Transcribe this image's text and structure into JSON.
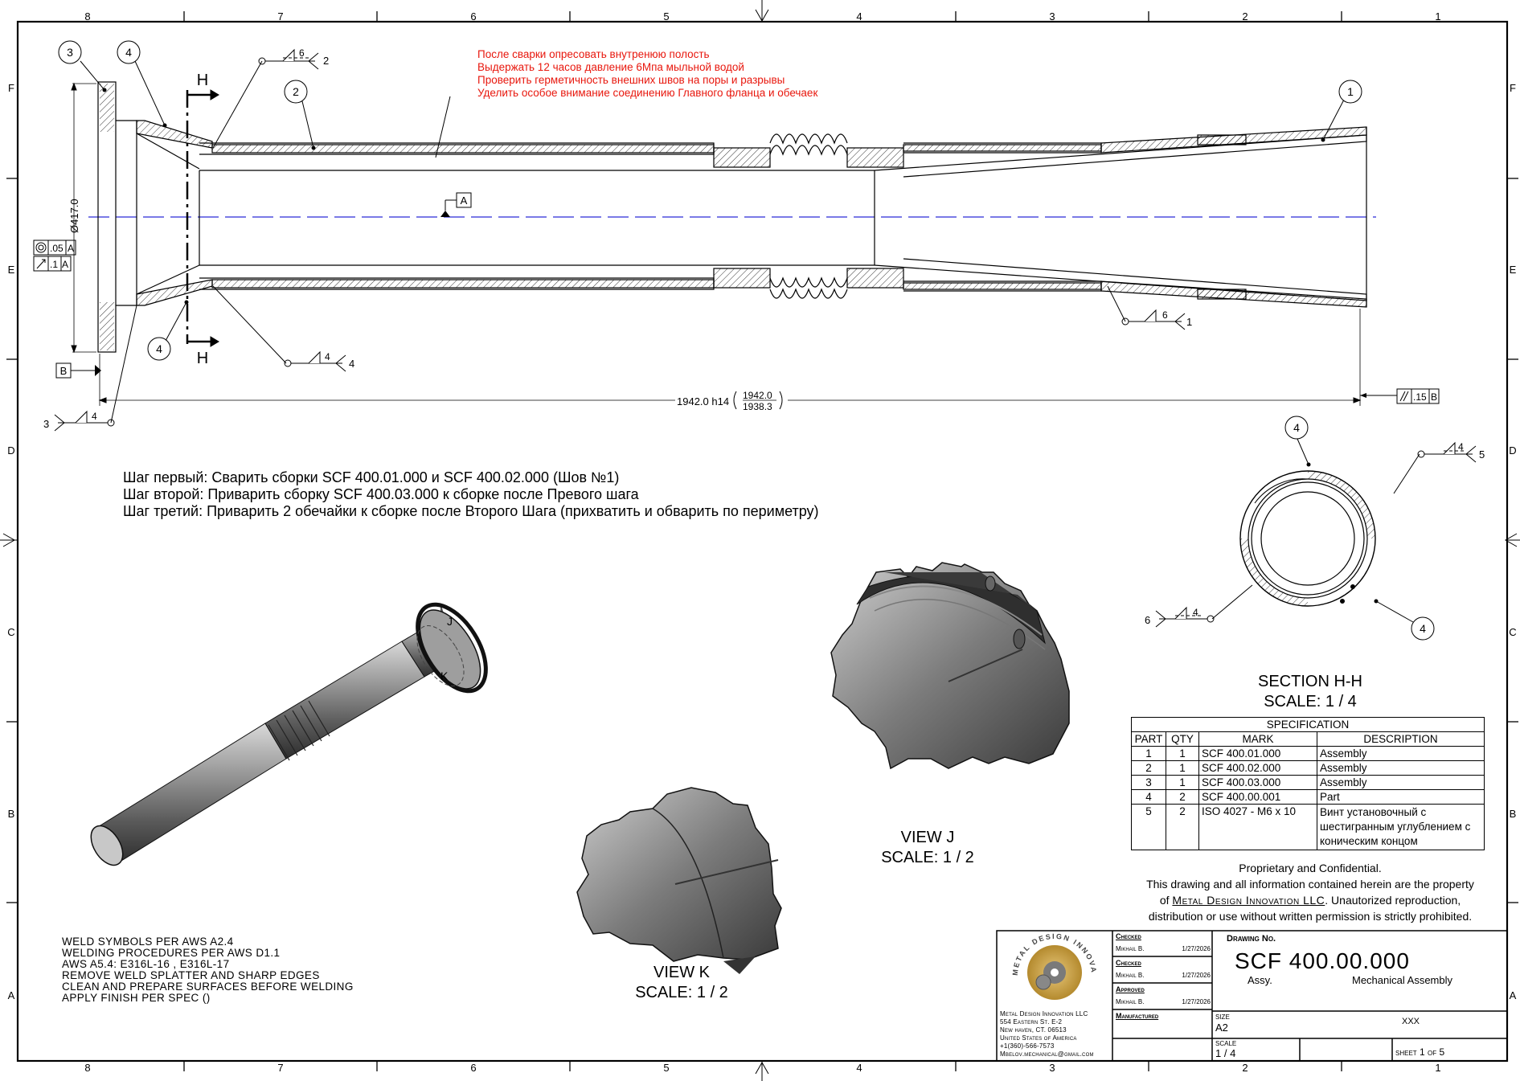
{
  "border": {
    "columns": [
      "8",
      "7",
      "6",
      "5",
      "4",
      "3",
      "2",
      "1"
    ],
    "rows": [
      "F",
      "E",
      "D",
      "C",
      "B",
      "A"
    ]
  },
  "section_top": {
    "cut_label": "H",
    "diameter_dim": "Ø417.0",
    "length_dim": "1942.0 h14",
    "length_upper": "1942.0",
    "length_lower": "1938.3",
    "datum_a": "A",
    "datum_b": "B",
    "fcf_concentricity": {
      "tol": ".05",
      "datum": "A"
    },
    "fcf_runout": {
      "tol": ".1",
      "datum": "A"
    },
    "fcf_parallel": {
      "tol": ".15",
      "datum": "B"
    },
    "balloons": {
      "b3": "3",
      "b4a": "4",
      "b2": "2",
      "b1": "1",
      "b4b": "4"
    },
    "welds": {
      "w1": {
        "size": "6",
        "num": "2"
      },
      "w2": {
        "size": "4",
        "num": "4"
      },
      "w3": {
        "size": "4",
        "num": "3"
      },
      "w4": {
        "size": "6",
        "num": "1"
      }
    }
  },
  "red_notes": [
    "После сварки опресовать внутренюю полость",
    "Выдержать 12 часов давление 6Мпа мыльной водой",
    "Проверить герметичность внешних швов на поры и разрывы",
    "Уделить особое внимание соединению Главного фланца и обечаек"
  ],
  "steps": [
    "Шаг первый: Сварить сборки SCF 400.01.000 и SCF 400.02.000 (Шов №1)",
    "Шаг второй: Приварить сборку SCF 400.03.000 к сборке после Превого шага",
    "Шаг третий: Приварить 2 обечайки к сборке после Второго Шага (прихватить и обварить по периметру)"
  ],
  "section_hh": {
    "title": "SECTION H-H",
    "scale": "SCALE: 1 / 4",
    "balloons": {
      "top": "4",
      "bottom": "4"
    },
    "weld_right": {
      "size": "4",
      "num": "5"
    },
    "weld_left": {
      "size": "4",
      "num": "6"
    }
  },
  "iso_marks": {
    "j": "J",
    "k": "K"
  },
  "view_j": {
    "title": "VIEW J",
    "scale": "SCALE: 1 / 2"
  },
  "view_k": {
    "title": "VIEW K",
    "scale": "SCALE: 1 / 2"
  },
  "spec": {
    "title": "SPECIFICATION",
    "headers": [
      "PART",
      "QTY",
      "MARK",
      "DESCRIPTION"
    ],
    "rows": [
      [
        "1",
        "1",
        "SCF 400.01.000",
        "Assembly"
      ],
      [
        "2",
        "1",
        "SCF 400.02.000",
        "Assembly"
      ],
      [
        "3",
        "1",
        "SCF 400.03.000",
        "Assembly"
      ],
      [
        "4",
        "2",
        "SCF 400.00.001",
        "Part"
      ],
      [
        "5",
        "2",
        "ISO 4027 - M6 x 10",
        "Винт установочный с шестигранным углублением с коническим концом"
      ]
    ]
  },
  "proprietary": {
    "line1": "Proprietary and Confidential.",
    "line2": "This drawing and all information contained herein are the property",
    "line3_pre": "of",
    "company_link": "Metal Design Innovation LLC",
    "line3_post": ". Unautorized reproduction,",
    "line4": "distribution or use without written permission is strictly prohibited."
  },
  "weld_notes": [
    "WELD SYMBOLS PER AWS A2.4",
    "WELDING PROCEDURES PER AWS D1.1",
    "AWS A5.4: E316L-16 , E316L-17",
    "REMOVE WELD SPLATTER AND SHARP EDGES",
    "CLEAN AND PREPARE SURFACES BEFORE WELDING",
    "APPLY FINISH PER SPEC ()"
  ],
  "title_block": {
    "logo_text": "METAL DESIGN INNOVATION",
    "company": [
      "Metal Design Innovation LLC",
      "554 Eastern St. E-2",
      "New haven, CT. 06513",
      "United States of America",
      "+1(360)-566-7573",
      "Mbelov.mechanical@gmail.com"
    ],
    "checked1": {
      "label": "Checked",
      "name": "Mikhail B.",
      "date": "1/27/2026"
    },
    "checked2": {
      "label": "Checked",
      "name": "Mikhail B.",
      "date": "1/27/2026"
    },
    "approved": {
      "label": "Approved",
      "name": "Mikhail B.",
      "date": "1/27/2026"
    },
    "manufactured_label": "Manufactured",
    "drawing_no_label": "Drawing No.",
    "drawing_no": "SCF 400.00.000",
    "assy": "Assy.",
    "description": "Mechanical Assembly",
    "size_label": "SIZE",
    "size": "A2",
    "xxx": "XXX",
    "scale_label": "SCALE",
    "scale": "1 / 4",
    "sheet_label": "SHEET",
    "sheet_num": "1",
    "of_label": "OF",
    "sheet_total": "5"
  }
}
